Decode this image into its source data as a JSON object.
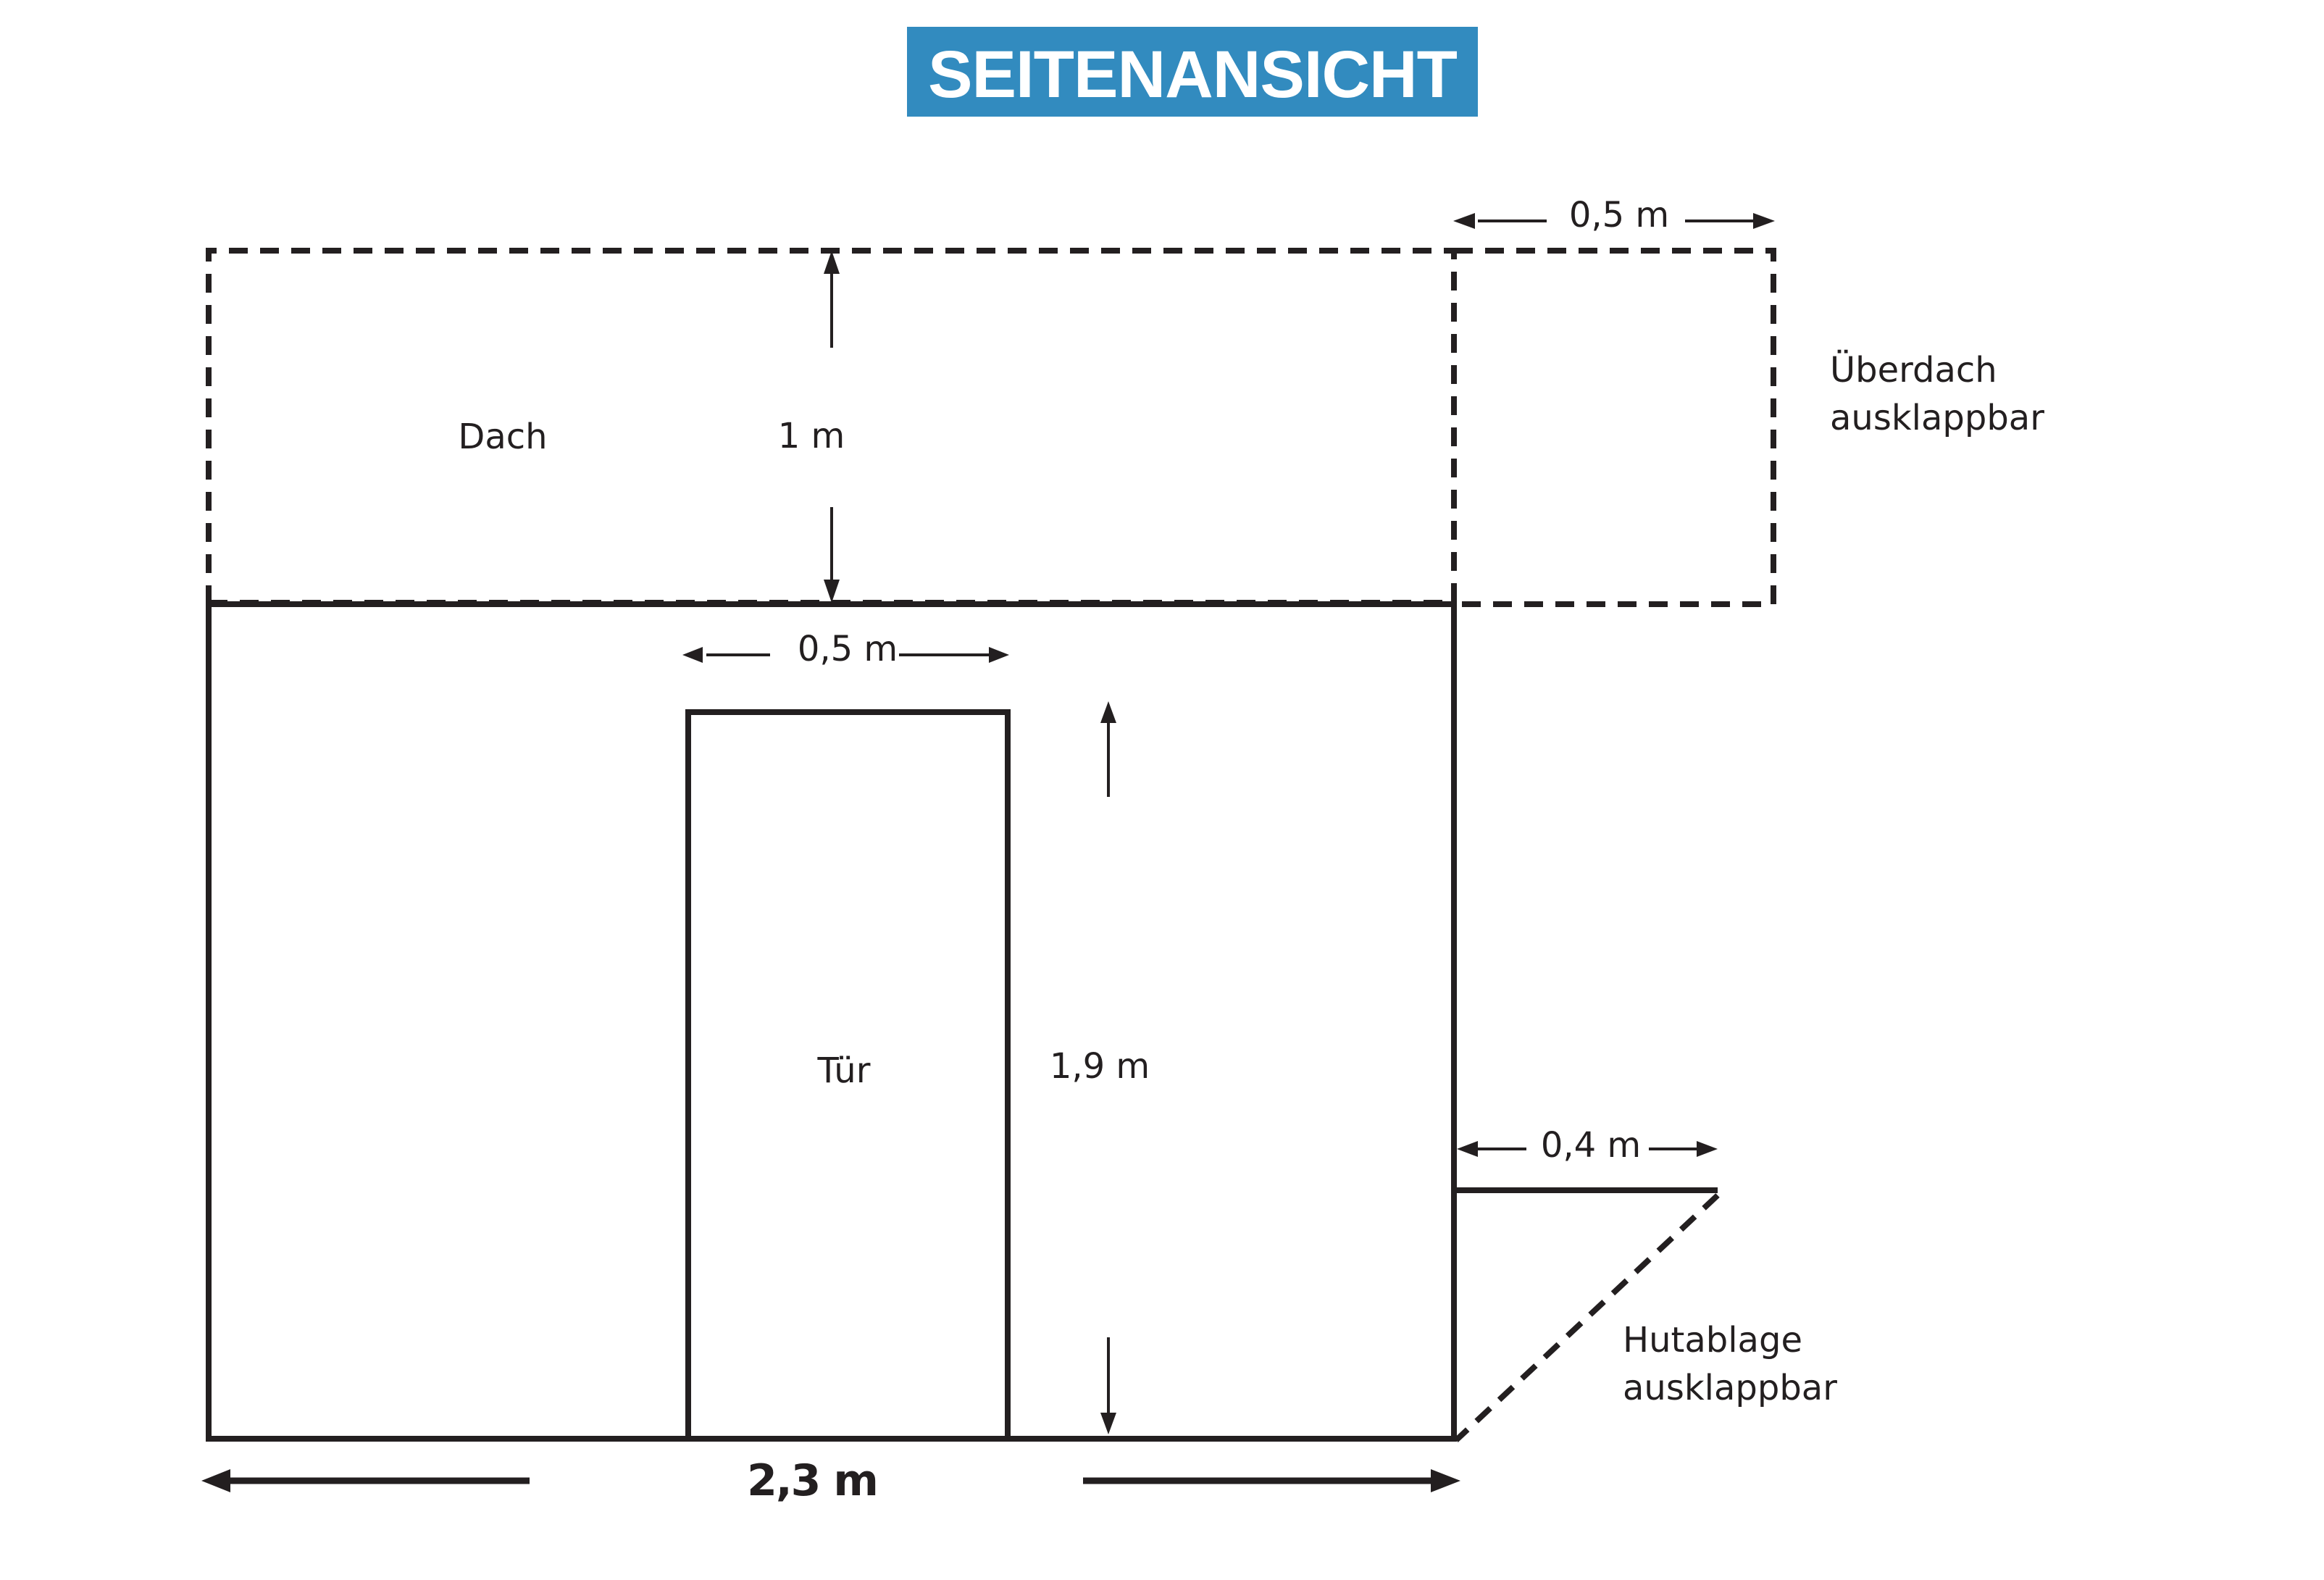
{
  "title": {
    "text": "SEITENANSICHT",
    "background_color": "#328bbf",
    "text_color": "#ffffff"
  },
  "colors": {
    "line": "#231f20",
    "background": "#ffffff"
  },
  "roof": {
    "label": "Dach",
    "height_label": "1 m",
    "style": "dashed"
  },
  "canopy": {
    "width_label": "0,5 m",
    "label_line1": "Überdach",
    "label_line2": "ausklappbar",
    "style": "dashed"
  },
  "wall": {
    "width_label": "2,3 m",
    "style": "solid"
  },
  "door": {
    "label": "Tür",
    "width_label": "0,5 m",
    "height_label": "1,9 m"
  },
  "hat_shelf": {
    "width_label": "0,4 m",
    "label_line1": "Hutablage",
    "label_line2": "ausklappbar"
  }
}
